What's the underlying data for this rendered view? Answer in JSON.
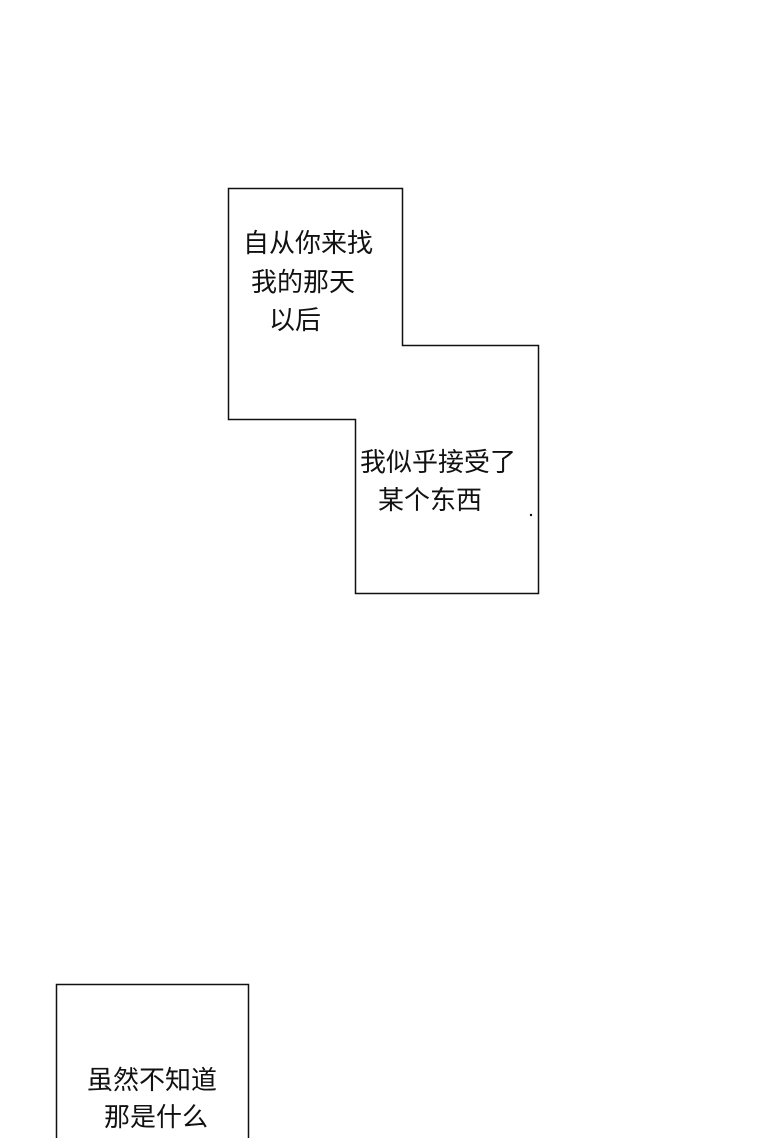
{
  "panels": [
    {
      "lines": [
        "自从你来找",
        "我的那天",
        "以后"
      ]
    },
    {
      "lines": [
        "我似乎接受了",
        "某个东西"
      ]
    },
    {
      "lines": [
        "虽然不知道",
        "那是什么"
      ]
    }
  ]
}
